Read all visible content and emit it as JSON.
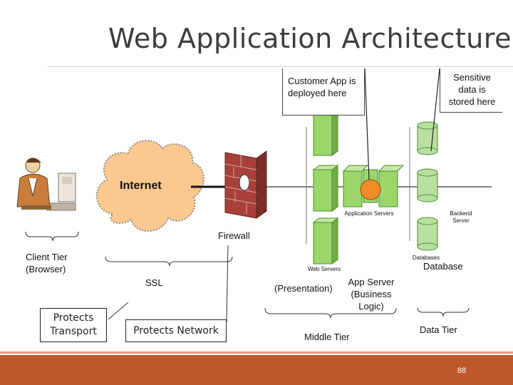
{
  "slide": {
    "title": "Web Application Architecture",
    "page_number": "88"
  },
  "callouts": {
    "customer_app": "Customer App is deployed here",
    "sensitive_data": "Sensitive data is stored here"
  },
  "diagram": {
    "internet": "Internet",
    "firewall": "Firewall",
    "app_servers": "Application Servers",
    "backend_server": "Backend Server",
    "web_servers": "Web Servers",
    "databases": "Databases"
  },
  "tiers": {
    "client_tier": "Client Tier (Browser)",
    "ssl": "SSL",
    "presentation": "(Presentation)",
    "app_server": "App Server (Business Logic)",
    "database": "Database",
    "middle_tier": "Middle Tier",
    "data_tier": "Data Tier"
  },
  "boxes": {
    "protects_transport": "Protects Transport",
    "protects_network": "Protects Network"
  },
  "colors": {
    "footer": "#c0572b",
    "cloud": "#fbc88f",
    "server_green": "#9bd66b",
    "firewall_red": "#a8403a"
  }
}
